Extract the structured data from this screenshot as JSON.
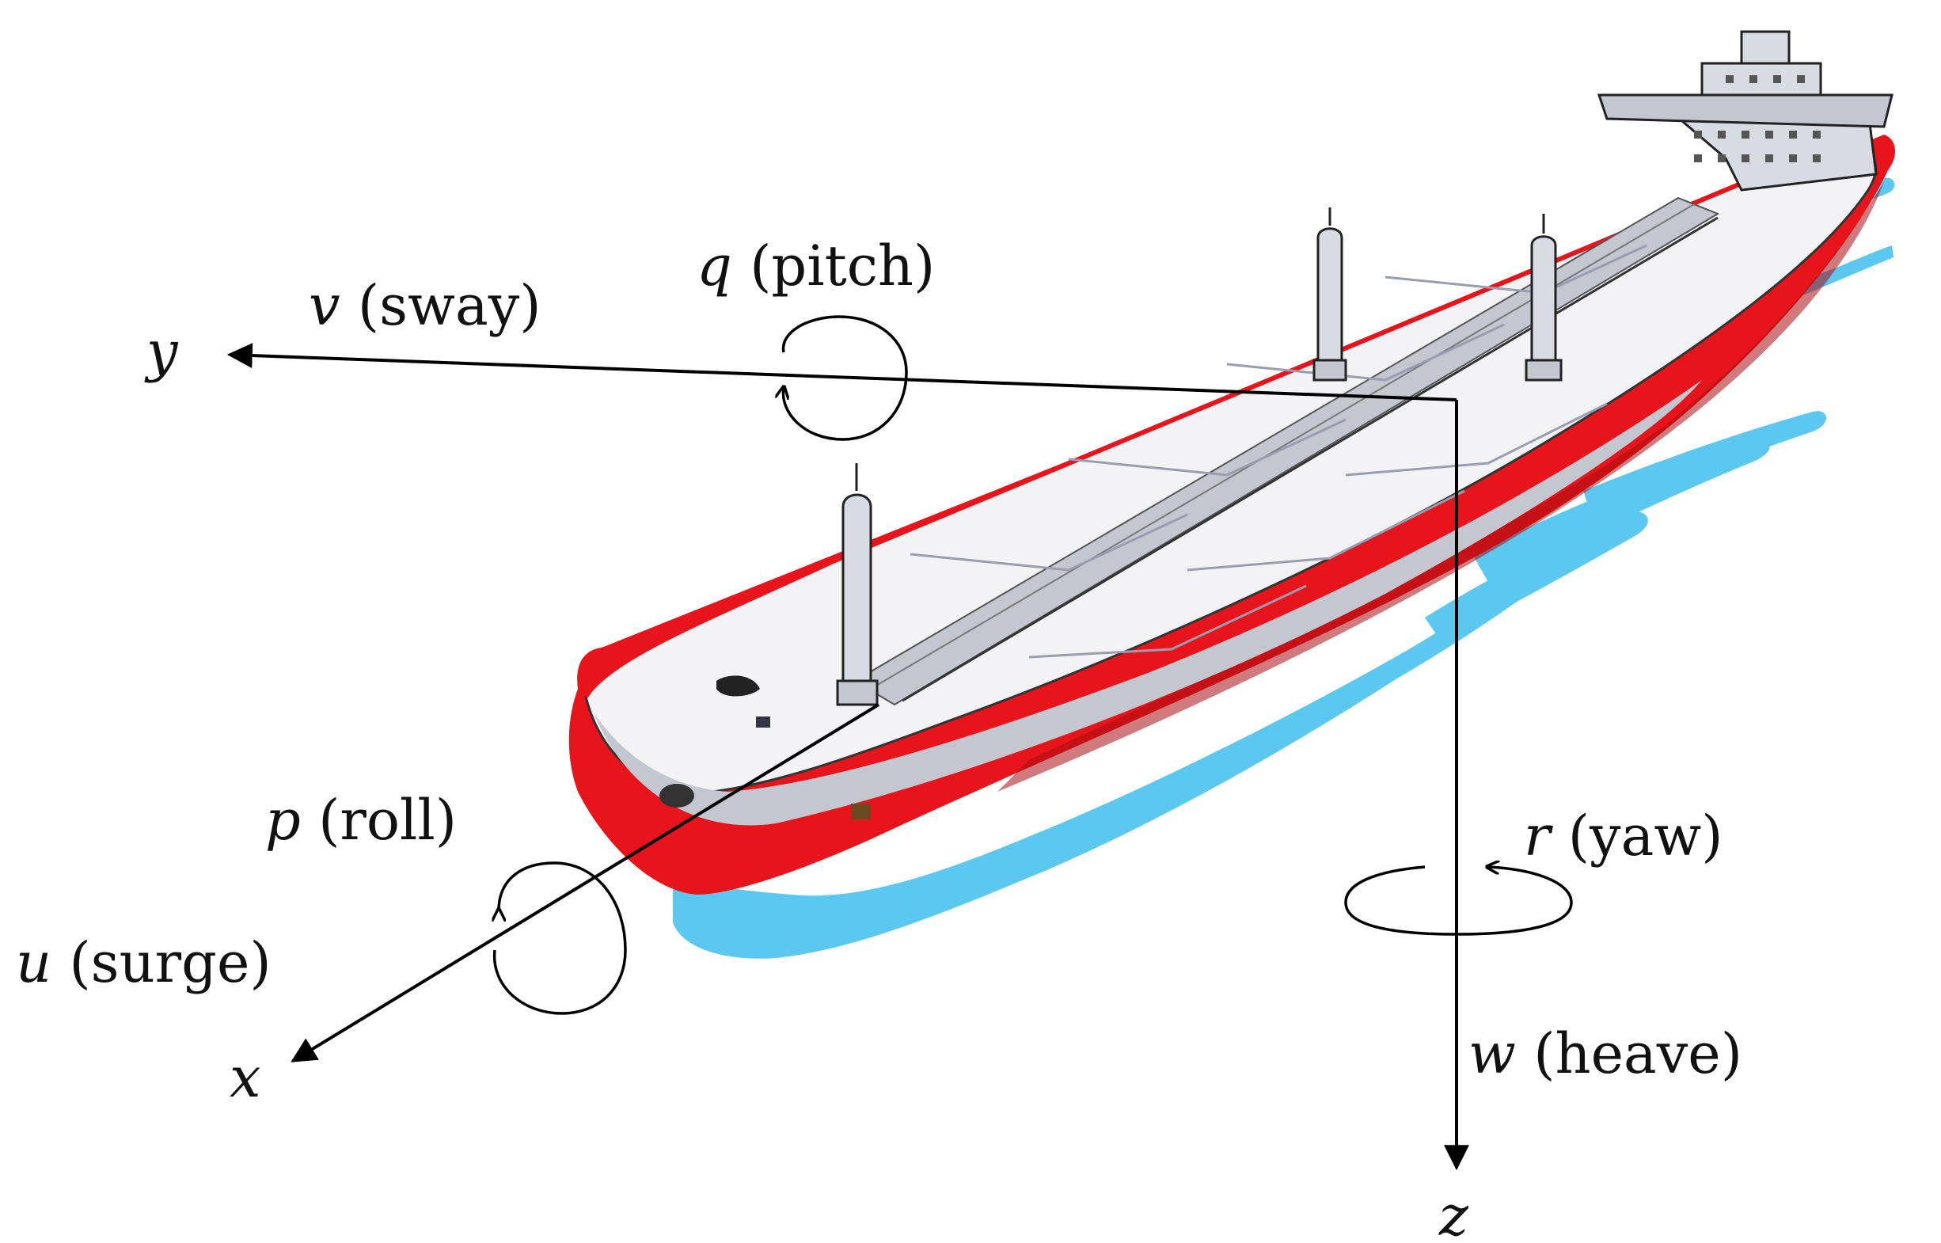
{
  "diagram": {
    "axes": {
      "x": {
        "symbol": "x"
      },
      "y": {
        "symbol": "y"
      },
      "z": {
        "symbol": "z"
      }
    },
    "motions": {
      "surge": {
        "symbol": "u",
        "name": "(surge)"
      },
      "sway": {
        "symbol": "v",
        "name": "(sway)"
      },
      "heave": {
        "symbol": "w",
        "name": "(heave)"
      },
      "roll": {
        "symbol": "p",
        "name": "(roll)"
      },
      "pitch": {
        "symbol": "q",
        "name": "(pitch)"
      },
      "yaw": {
        "symbol": "r",
        "name": "(yaw)"
      }
    },
    "colors": {
      "hull": "#e8141b",
      "hull_shadow": "#a80c12",
      "deck": "#f3f3f6",
      "catwalk": "#c4c6d0",
      "superstructure": "#d9dbe3",
      "water": "#5cc8ef",
      "axes": "#000000"
    }
  }
}
